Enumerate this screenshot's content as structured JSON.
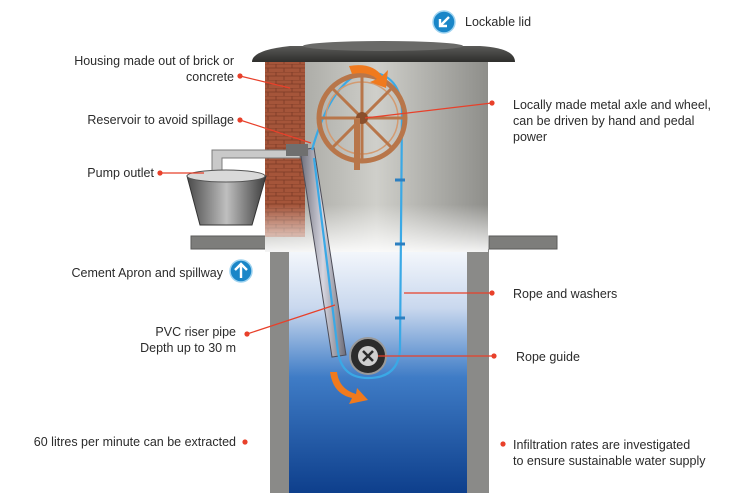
{
  "colors": {
    "accent_red": "#e8402a",
    "water_blue": "#1f5fb0",
    "rope_blue": "#3aa9e6",
    "arrow_orange": "#f07a1e",
    "wheel_copper": "#b8764a",
    "concrete_gray": "#8f8f8f",
    "brick": "#a5553a"
  },
  "icons": {
    "lid": "arrow-down-left-circle-icon",
    "apron": "arrow-up-circle-icon"
  },
  "labels": {
    "lockable_lid": "Lockable lid",
    "housing_line1": "Housing made out of brick or",
    "housing_line2": "concrete",
    "reservoir": "Reservoir to avoid spillage",
    "pump_outlet": "Pump outlet",
    "cement_apron": "Cement Apron and spillway",
    "pvc_line1": "PVC riser pipe",
    "pvc_line2": "Depth up to 30 m",
    "litres": "60 litres per minute can be extracted",
    "axle_line1": "Locally made metal axle and wheel,",
    "axle_line2": "can be driven by hand and pedal",
    "axle_line3": "power",
    "rope_washers": "Rope and washers",
    "rope_guide": "Rope guide",
    "infiltration_line1": "Infiltration rates are investigated",
    "infiltration_line2": "to ensure sustainable water supply"
  }
}
